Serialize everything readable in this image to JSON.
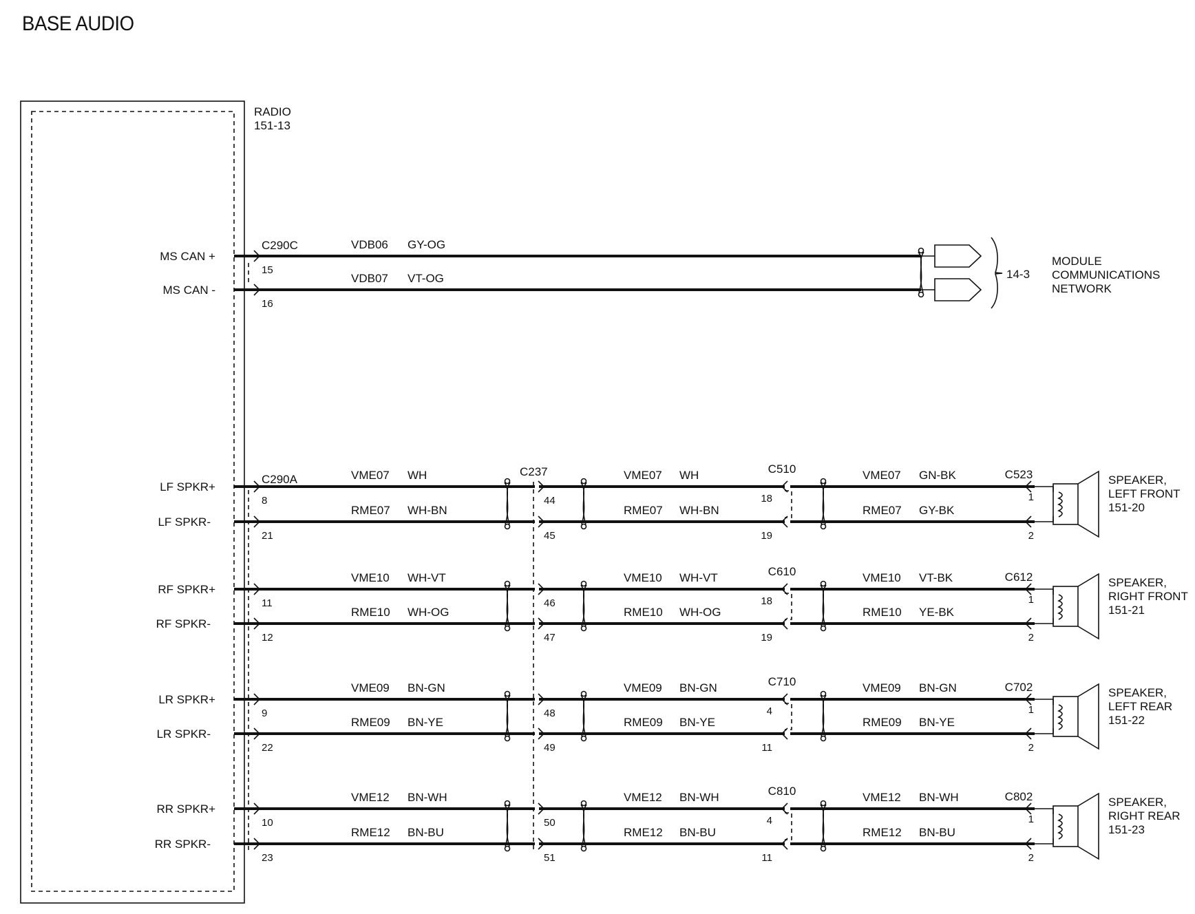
{
  "title": "BASE AUDIO",
  "radio": {
    "name": "RADIO",
    "ref": "151-13"
  },
  "network": {
    "connector": "C290C",
    "bus_ref": "14-3",
    "dest_lines": [
      "MODULE",
      "COMMUNICATIONS",
      "NETWORK"
    ],
    "wires": [
      {
        "label": "MS CAN +",
        "pin": "15",
        "circuit": "VDB06",
        "color": "GY-OG"
      },
      {
        "label": "MS CAN -",
        "pin": "16",
        "circuit": "VDB07",
        "color": "VT-OG"
      }
    ]
  },
  "audio": {
    "radio_connector": "C290A",
    "inline_connector": "C237",
    "speakers": [
      {
        "pos_label": "LF SPKR+",
        "neg_label": "LF SPKR-",
        "radio_pins": [
          "8",
          "21"
        ],
        "c237_pins": [
          "44",
          "45"
        ],
        "seg1": [
          {
            "circuit": "VME07",
            "color": "WH"
          },
          {
            "circuit": "RME07",
            "color": "WH-BN"
          }
        ],
        "seg2": [
          {
            "circuit": "VME07",
            "color": "WH"
          },
          {
            "circuit": "RME07",
            "color": "WH-BN"
          }
        ],
        "mid_connector": "C510",
        "mid_pins": [
          "18",
          "19"
        ],
        "seg3": [
          {
            "circuit": "VME07",
            "color": "GN-BK"
          },
          {
            "circuit": "RME07",
            "color": "GY-BK"
          }
        ],
        "spk_connector": "C523",
        "spk_pins": [
          "1",
          "2"
        ],
        "name_lines": [
          "SPEAKER,",
          "LEFT FRONT",
          "151-20"
        ]
      },
      {
        "pos_label": "RF SPKR+",
        "neg_label": "RF SPKR-",
        "radio_pins": [
          "11",
          "12"
        ],
        "c237_pins": [
          "46",
          "47"
        ],
        "seg1": [
          {
            "circuit": "VME10",
            "color": "WH-VT"
          },
          {
            "circuit": "RME10",
            "color": "WH-OG"
          }
        ],
        "seg2": [
          {
            "circuit": "VME10",
            "color": "WH-VT"
          },
          {
            "circuit": "RME10",
            "color": "WH-OG"
          }
        ],
        "mid_connector": "C610",
        "mid_pins": [
          "18",
          "19"
        ],
        "seg3": [
          {
            "circuit": "VME10",
            "color": "VT-BK"
          },
          {
            "circuit": "RME10",
            "color": "YE-BK"
          }
        ],
        "spk_connector": "C612",
        "spk_pins": [
          "1",
          "2"
        ],
        "name_lines": [
          "SPEAKER,",
          "RIGHT FRONT",
          "151-21"
        ]
      },
      {
        "pos_label": "LR SPKR+",
        "neg_label": "LR SPKR-",
        "radio_pins": [
          "9",
          "22"
        ],
        "c237_pins": [
          "48",
          "49"
        ],
        "seg1": [
          {
            "circuit": "VME09",
            "color": "BN-GN"
          },
          {
            "circuit": "RME09",
            "color": "BN-YE"
          }
        ],
        "seg2": [
          {
            "circuit": "VME09",
            "color": "BN-GN"
          },
          {
            "circuit": "RME09",
            "color": "BN-YE"
          }
        ],
        "mid_connector": "C710",
        "mid_pins": [
          "4",
          "11"
        ],
        "seg3": [
          {
            "circuit": "VME09",
            "color": "BN-GN"
          },
          {
            "circuit": "RME09",
            "color": "BN-YE"
          }
        ],
        "spk_connector": "C702",
        "spk_pins": [
          "1",
          "2"
        ],
        "name_lines": [
          "SPEAKER,",
          "LEFT REAR",
          "151-22"
        ]
      },
      {
        "pos_label": "RR SPKR+",
        "neg_label": "RR SPKR-",
        "radio_pins": [
          "10",
          "23"
        ],
        "c237_pins": [
          "50",
          "51"
        ],
        "seg1": [
          {
            "circuit": "VME12",
            "color": "BN-WH"
          },
          {
            "circuit": "RME12",
            "color": "BN-BU"
          }
        ],
        "seg2": [
          {
            "circuit": "VME12",
            "color": "BN-WH"
          },
          {
            "circuit": "RME12",
            "color": "BN-BU"
          }
        ],
        "mid_connector": "C810",
        "mid_pins": [
          "4",
          "11"
        ],
        "seg3": [
          {
            "circuit": "VME12",
            "color": "BN-WH"
          },
          {
            "circuit": "RME12",
            "color": "BN-BU"
          }
        ],
        "spk_connector": "C802",
        "spk_pins": [
          "1",
          "2"
        ],
        "name_lines": [
          "SPEAKER,",
          "RIGHT REAR",
          "151-23"
        ]
      }
    ]
  }
}
